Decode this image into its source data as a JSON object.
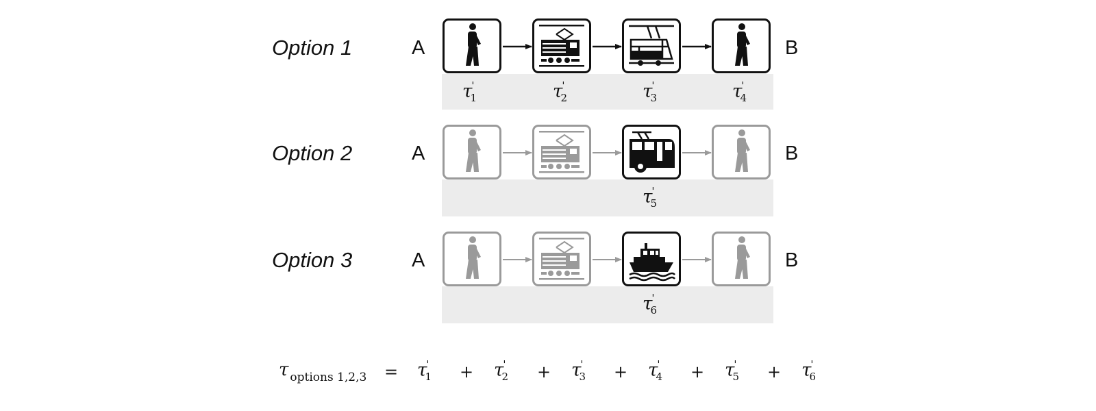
{
  "options": [
    {
      "label": "Option 1",
      "start": "A",
      "end": "B",
      "steps": [
        {
          "icon": "pedestrian-icon",
          "active": true,
          "tau_sub": "1"
        },
        {
          "icon": "electric-train-icon",
          "active": true,
          "tau_sub": "2"
        },
        {
          "icon": "tram-icon",
          "active": true,
          "tau_sub": "3"
        },
        {
          "icon": "pedestrian-icon",
          "active": true,
          "tau_sub": "4"
        }
      ]
    },
    {
      "label": "Option 2",
      "start": "A",
      "end": "B",
      "steps": [
        {
          "icon": "pedestrian-icon",
          "active": false
        },
        {
          "icon": "electric-train-icon",
          "active": false
        },
        {
          "icon": "bus-icon",
          "active": true,
          "tau_sub": "5"
        },
        {
          "icon": "pedestrian-icon",
          "active": false
        }
      ]
    },
    {
      "label": "Option 3",
      "start": "A",
      "end": "B",
      "steps": [
        {
          "icon": "pedestrian-icon",
          "active": false
        },
        {
          "icon": "electric-train-icon",
          "active": false
        },
        {
          "icon": "ferry-icon",
          "active": true,
          "tau_sub": "6"
        },
        {
          "icon": "pedestrian-icon",
          "active": false
        }
      ]
    }
  ],
  "equation": {
    "lhs_symbol": "τ",
    "lhs_subscript": "options 1,2,3",
    "equals": "=",
    "plus": "+",
    "terms": [
      "1",
      "2",
      "3",
      "4",
      "5",
      "6"
    ],
    "prime": "'",
    "term_symbol": "τ"
  },
  "colors": {
    "active": "#111111",
    "faded": "#9a9a9a",
    "band": "#ececec"
  }
}
